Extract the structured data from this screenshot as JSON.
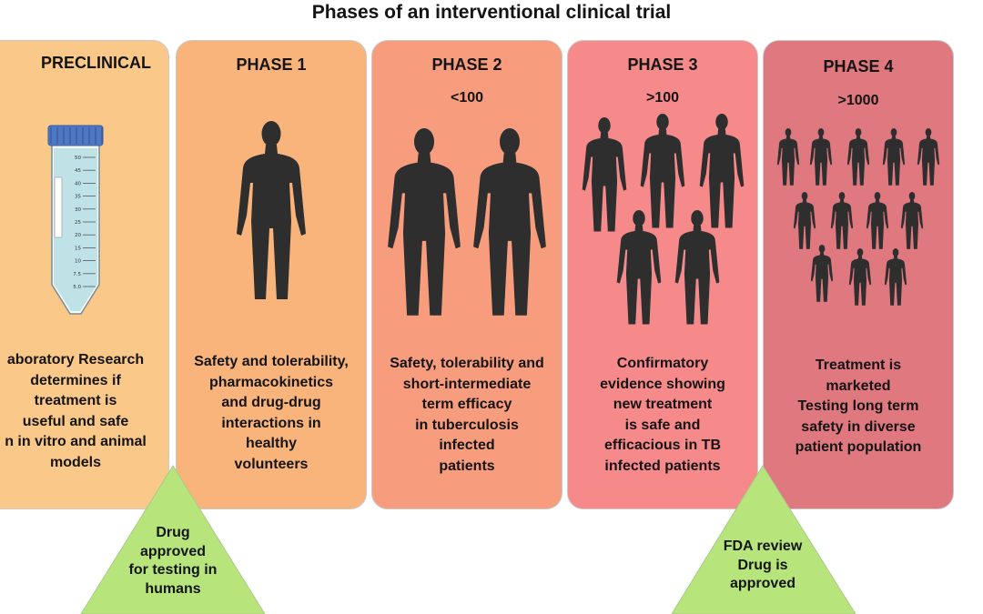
{
  "title": "Phases of an interventional clinical trial",
  "phases": [
    {
      "name": "PRECLINICAL",
      "count": "",
      "color": "#fac98a",
      "description": [
        "aboratory Research",
        "determines if",
        "treatment is",
        "useful and safe",
        "n in vitro and animal",
        "models"
      ]
    },
    {
      "name": "PHASE 1",
      "count": "",
      "color": "#f8b47a",
      "description": [
        "Safety and tolerability,",
        "pharmacokinetics",
        "and drug-drug",
        "interactions in",
        "healthy",
        "volunteers"
      ]
    },
    {
      "name": "PHASE 2",
      "count": "<100",
      "color": "#f89c7e",
      "description": [
        "Safety, tolerability and",
        "short-intermediate",
        "term efficacy",
        "in tuberculosis",
        "infected",
        "patients"
      ]
    },
    {
      "name": "PHASE 3",
      "count": ">100",
      "color": "#f68a8b",
      "description": [
        "Confirmatory",
        "evidence showing",
        "new treatment",
        "is safe and",
        "efficacious in TB",
        "infected patients"
      ]
    },
    {
      "name": "PHASE 4",
      "count": ">1000",
      "color": "#e07880",
      "description": [
        "Treatment is",
        "marketed",
        "Testing long term",
        "safety in diverse",
        "patient population"
      ]
    }
  ],
  "milestones": [
    {
      "text": [
        "Drug",
        "approved",
        "for testing in",
        "humans"
      ],
      "color": "#b7e57c"
    },
    {
      "text": [
        "FDA review",
        "Drug is",
        "approved"
      ],
      "color": "#b7e57c"
    }
  ],
  "tube": {
    "cap_color": "#4f78c4",
    "liquid_color": "#bfe2e6",
    "markings": [
      "50",
      "45",
      "40",
      "35",
      "30",
      "25",
      "20",
      "15",
      "10",
      "7.5",
      "5.0"
    ]
  },
  "figure_color": "#2e2e2e"
}
